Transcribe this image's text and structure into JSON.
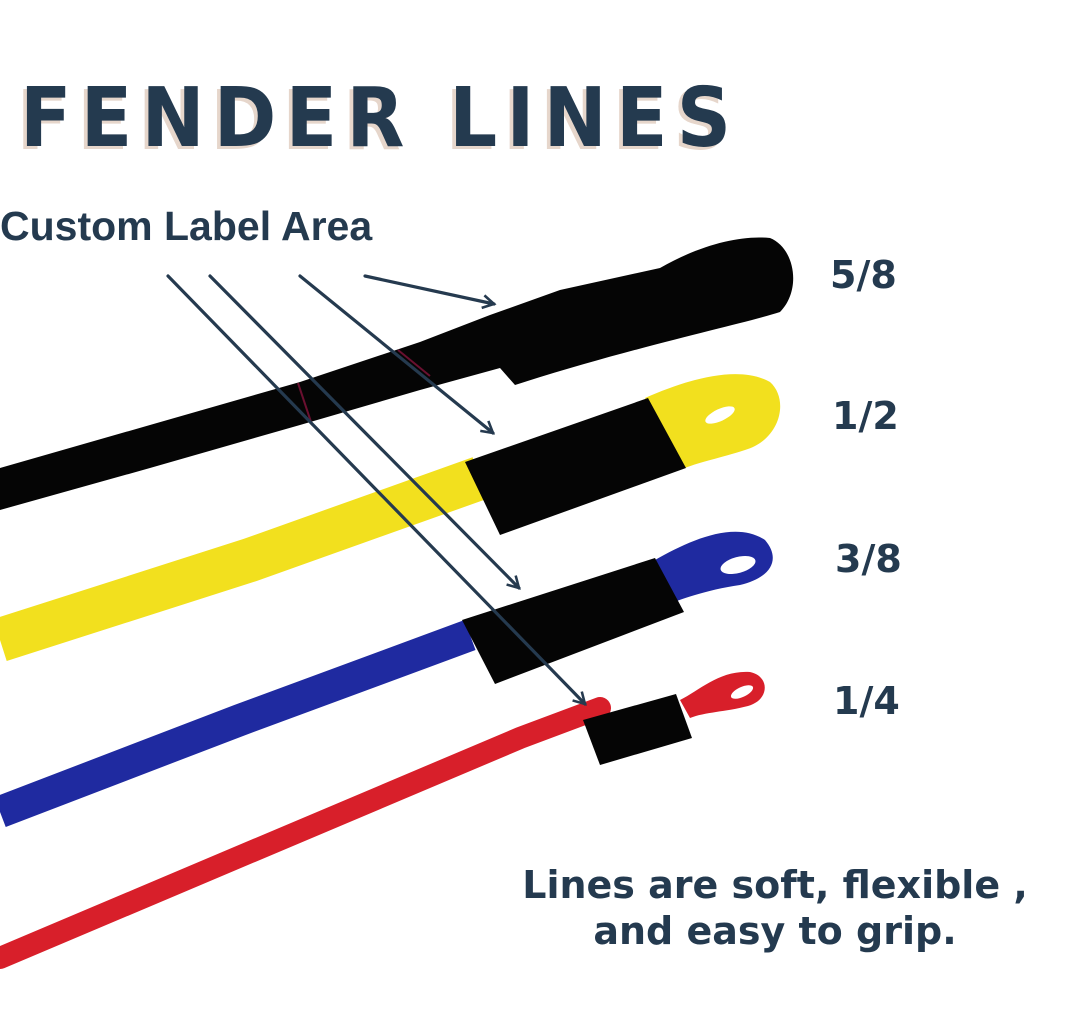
{
  "title": "FENDER LINES",
  "subtitle": "Custom Label Area",
  "lines": [
    {
      "size": "5/8",
      "color_name": "black",
      "rope_color": "#050505"
    },
    {
      "size": "1/2",
      "color_name": "yellow",
      "rope_color": "#f2e01e"
    },
    {
      "size": "3/8",
      "color_name": "blue",
      "rope_color": "#1f2aa0"
    },
    {
      "size": "1/4",
      "color_name": "red",
      "rope_color": "#d81f2a"
    }
  ],
  "caption": {
    "line1": "Lines are soft, flexible ,",
    "line2": "and easy to grip."
  },
  "colors": {
    "text": "#243a4f",
    "title_shadow": "#e6d6cb",
    "arrow": "#253a4f",
    "sleeve": "#050505"
  }
}
